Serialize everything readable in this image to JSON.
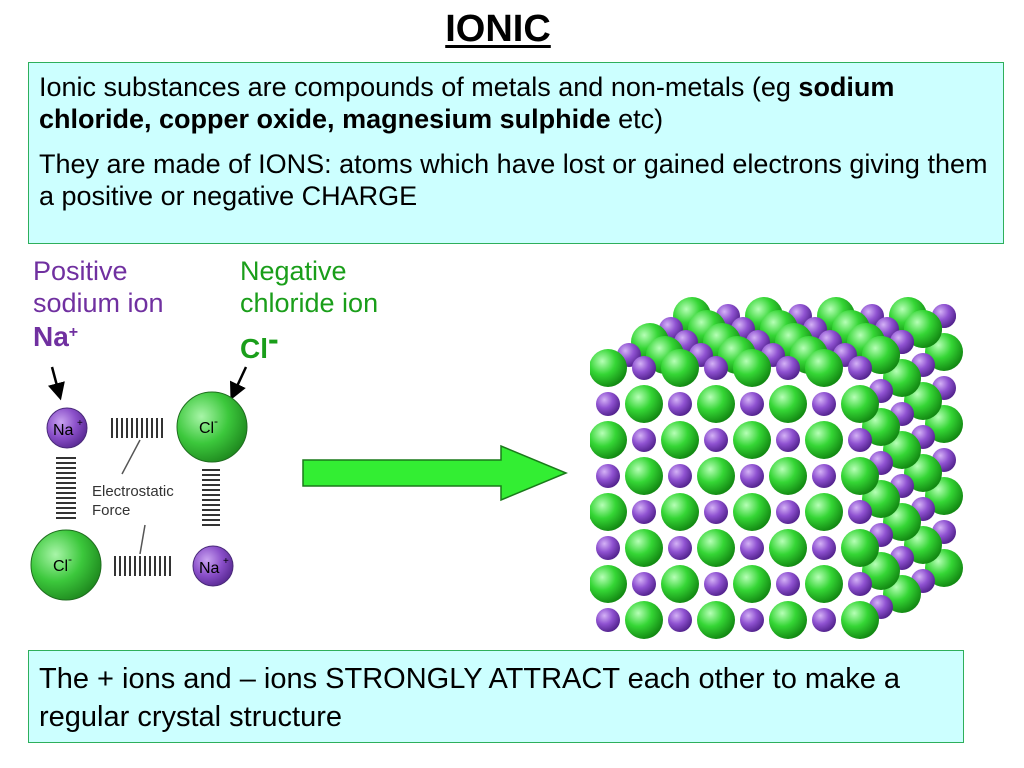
{
  "title": "IONIC",
  "intro": {
    "line1_prefix": "Ionic substances are compounds of metals and non-metals (eg ",
    "examples_bold": "sodium chloride, copper oxide, magnesium sulphide",
    "line1_suffix": " etc)",
    "line2": "They are made of IONS: atoms which have lost or gained electrons giving them a positive or negative CHARGE"
  },
  "positive_ion": {
    "label_line1": "Positive",
    "label_line2": "sodium ion",
    "formula": "Na",
    "charge": "+"
  },
  "negative_ion": {
    "label_line1": "Negative",
    "label_line2": "chloride ion",
    "formula": "Cl",
    "charge": "-"
  },
  "diagram": {
    "na_text": "Na",
    "na_charge": "+",
    "cl_text": "Cl",
    "cl_charge": "-",
    "force_line1": "Electrostatic",
    "force_line2": "Force"
  },
  "summary": "The + ions and – ions STRONGLY ATTRACT each other to make a regular crystal structure",
  "colors": {
    "sodium": "#8a4fc9",
    "chloride": "#3cc83c",
    "arrow": "#33ee33",
    "box_fill": "#ccffff",
    "box_border": "#2eaf5b"
  }
}
